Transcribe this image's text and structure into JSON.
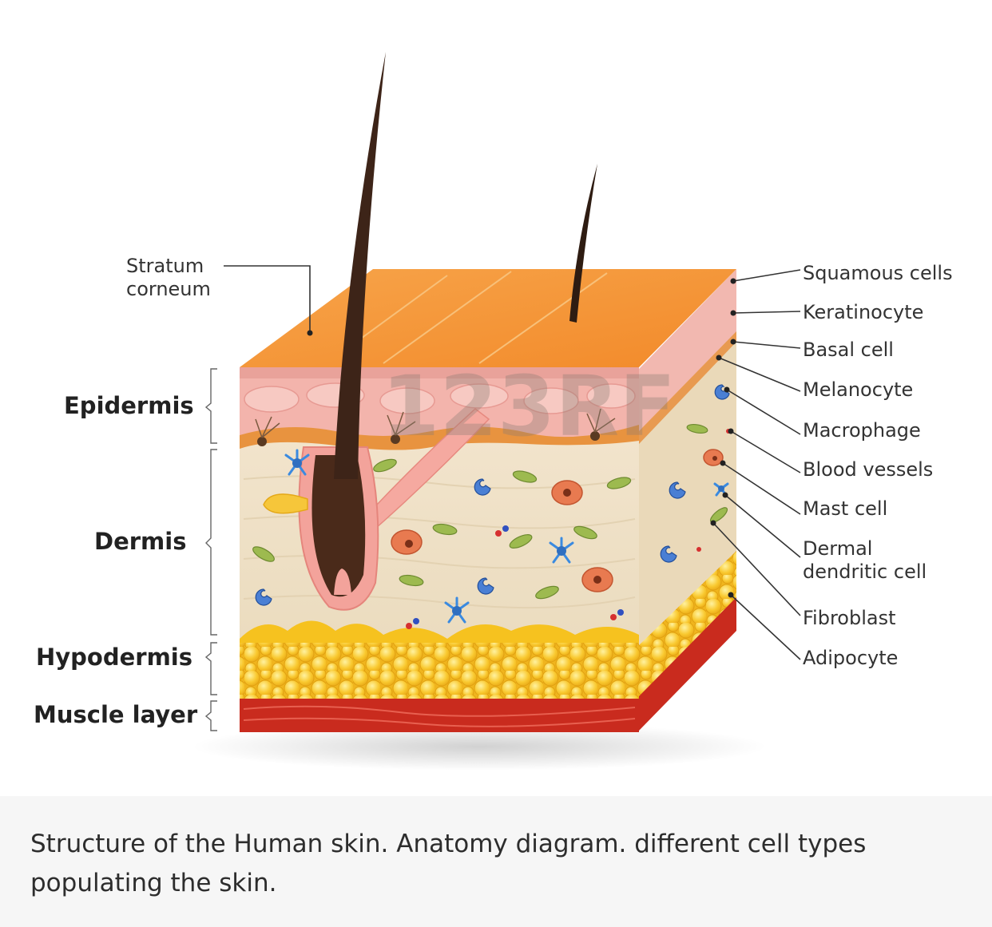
{
  "diagram": {
    "layers": {
      "epidermis": "Epidermis",
      "dermis": "Dermis",
      "hypodermis": "Hypodermis",
      "muscle": "Muscle layer"
    },
    "stratum_corneum": [
      "Stratum",
      "corneum"
    ],
    "right_labels": {
      "squamous": "Squamous cells",
      "keratinocyte": "Keratinocyte",
      "basal": "Basal cell",
      "melanocyte": "Melanocyte",
      "macrophage": "Macrophage",
      "blood_vessels": "Blood vessels",
      "mast": "Mast cell",
      "dendritic": [
        "Dermal",
        "dendritic cell"
      ],
      "fibroblast": "Fibroblast",
      "adipocyte": "Adipocyte"
    },
    "watermark": "123RF"
  },
  "caption": "Structure of the Human skin. Anatomy diagram. different cell types populating the skin."
}
